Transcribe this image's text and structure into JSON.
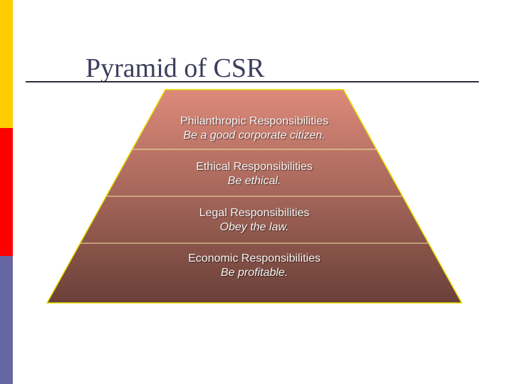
{
  "slide": {
    "title": "Pyramid of CSR",
    "colors": {
      "bar_yellow": "#ffcc00",
      "bar_red": "#ff0000",
      "bar_purple": "#6666a3",
      "title": "#3d3d5c",
      "pyramid_outline": "#e8e000",
      "tier_top": "#dd8a7a",
      "tier_bottom": "#6a4038"
    }
  },
  "pyramid": {
    "tiers": [
      {
        "heading": "Philanthropic Responsibilities",
        "sub": "Be a good corporate citizen."
      },
      {
        "heading": "Ethical Responsibilities",
        "sub": "Be ethical."
      },
      {
        "heading": "Legal Responsibilities",
        "sub": "Obey the law."
      },
      {
        "heading": "Economic Responsibilities",
        "sub": "Be profitable."
      }
    ]
  }
}
